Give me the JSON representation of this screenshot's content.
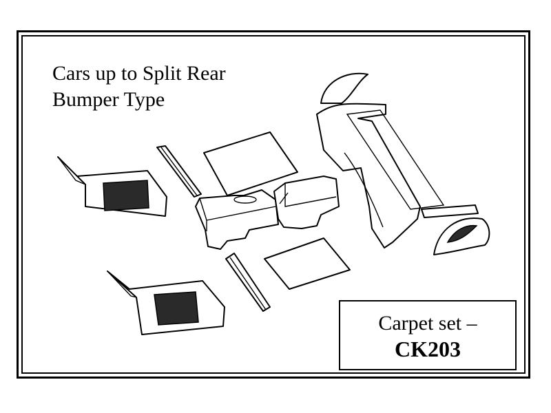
{
  "title": {
    "line1": "Cars up to Split Rear",
    "line2": "Bumper Type"
  },
  "caption": {
    "line1": "Carpet set –",
    "line2": "CK203"
  }
}
